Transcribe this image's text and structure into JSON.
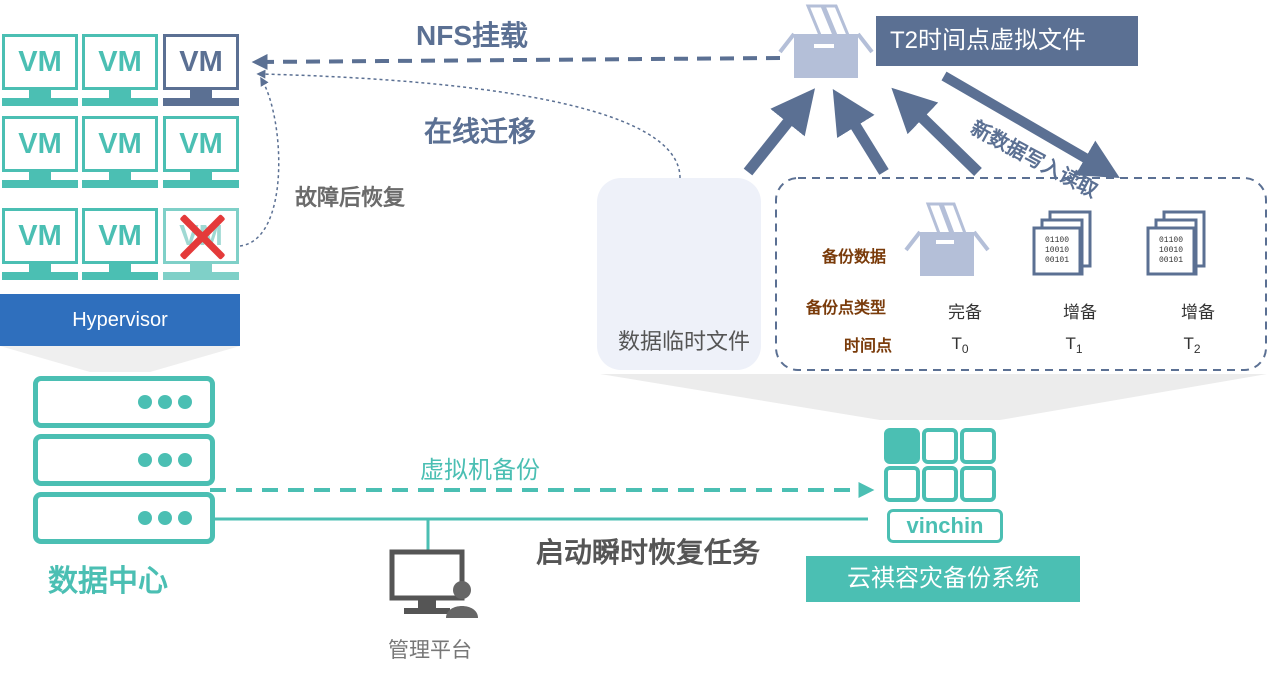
{
  "vm_label": "VM",
  "hypervisor": "Hypervisor",
  "datacenter": "数据中心",
  "labels": {
    "nfs_mount": "NFS挂载",
    "live_migration": "在线迁移",
    "failure_recovery": "故障后恢复",
    "vm_backup": "虚拟机备份",
    "start_instant_recovery": "启动瞬时恢复任务",
    "management_platform": "管理平台",
    "t2_virtual_file": "T2时间点虚拟文件",
    "new_data_rw": "新数据写入读取",
    "temp_data_file": "数据临时文件",
    "system_name": "云祺容灾备份系统",
    "vinchin_logo": "vinchin"
  },
  "backup_table": {
    "row_labels": {
      "data": "备份数据",
      "type": "备份点类型",
      "time": "时间点"
    },
    "columns": [
      {
        "type": "完备",
        "time_base": "T",
        "time_sub": "0",
        "icon": "box-icon"
      },
      {
        "type": "增备",
        "time_base": "T",
        "time_sub": "1",
        "icon": "binary-document-icon"
      },
      {
        "type": "增备",
        "time_base": "T",
        "time_sub": "2",
        "icon": "binary-document-icon"
      }
    ],
    "binary_lines": [
      "01100",
      "10010",
      "00101"
    ]
  },
  "colors": {
    "teal": "#4bbfb3",
    "slate": "#5b7093",
    "hypervisor_blue": "#2f6fbd",
    "fail_red": "#e43a3a",
    "label_brown": "#7a3b0a"
  }
}
